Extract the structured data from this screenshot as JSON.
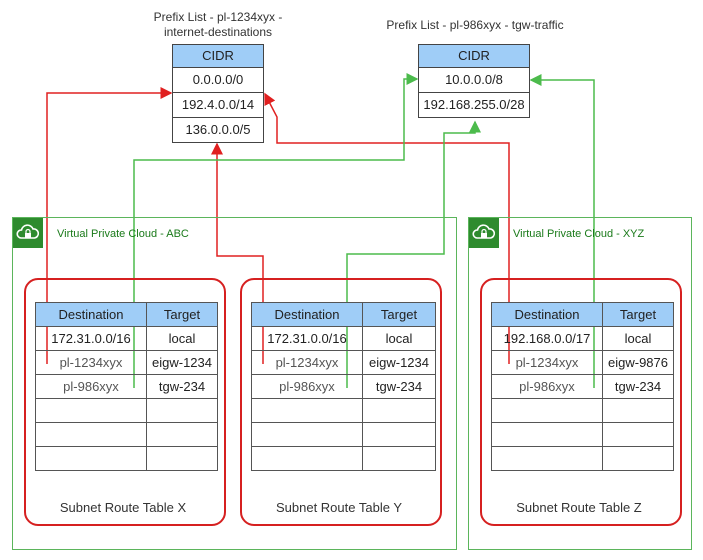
{
  "prefix_lists": [
    {
      "title_line1": "Prefix List - pl-1234xyx  -",
      "title_line2": "internet-destinations",
      "header": "CIDR",
      "rows": [
        "0.0.0.0/0",
        "192.4.0.0/14",
        "136.0.0.0/5"
      ]
    },
    {
      "title_line1": "Prefix List - pl-986xyx  - tgw-traffic",
      "title_line2": "",
      "header": "CIDR",
      "rows": [
        "10.0.0.0/8",
        "192.168.255.0/28"
      ]
    }
  ],
  "vpcs": [
    {
      "label": "Virtual Private Cloud - ABC"
    },
    {
      "label": "Virtual Private Cloud - XYZ"
    }
  ],
  "route_tables": [
    {
      "caption": "Subnet Route Table X",
      "headers": [
        "Destination",
        "Target"
      ],
      "rows": [
        [
          "172.31.0.0/16",
          "local"
        ],
        [
          "pl-1234xyx",
          "eigw-1234"
        ],
        [
          "pl-986xyx",
          "tgw-234"
        ],
        [
          "",
          ""
        ],
        [
          "",
          ""
        ],
        [
          "",
          ""
        ]
      ]
    },
    {
      "caption": "Subnet Route Table Y",
      "headers": [
        "Destination",
        "Target"
      ],
      "rows": [
        [
          "172.31.0.0/16",
          "local"
        ],
        [
          "pl-1234xyx",
          "eigw-1234"
        ],
        [
          "pl-986xyx",
          "tgw-234"
        ],
        [
          "",
          ""
        ],
        [
          "",
          ""
        ],
        [
          "",
          ""
        ]
      ]
    },
    {
      "caption": "Subnet Route Table Z",
      "headers": [
        "Destination",
        "Target"
      ],
      "rows": [
        [
          "192.168.0.0/17",
          "local"
        ],
        [
          "pl-1234xyx",
          "eigw-9876"
        ],
        [
          "pl-986xyx",
          "tgw-234"
        ],
        [
          "",
          ""
        ],
        [
          "",
          ""
        ],
        [
          "",
          ""
        ]
      ]
    }
  ],
  "colors": {
    "red_line": "#e02020",
    "green_line": "#4cbb4c",
    "header_fill": "#9fcdf7",
    "vpc_border": "#5bb55b"
  }
}
